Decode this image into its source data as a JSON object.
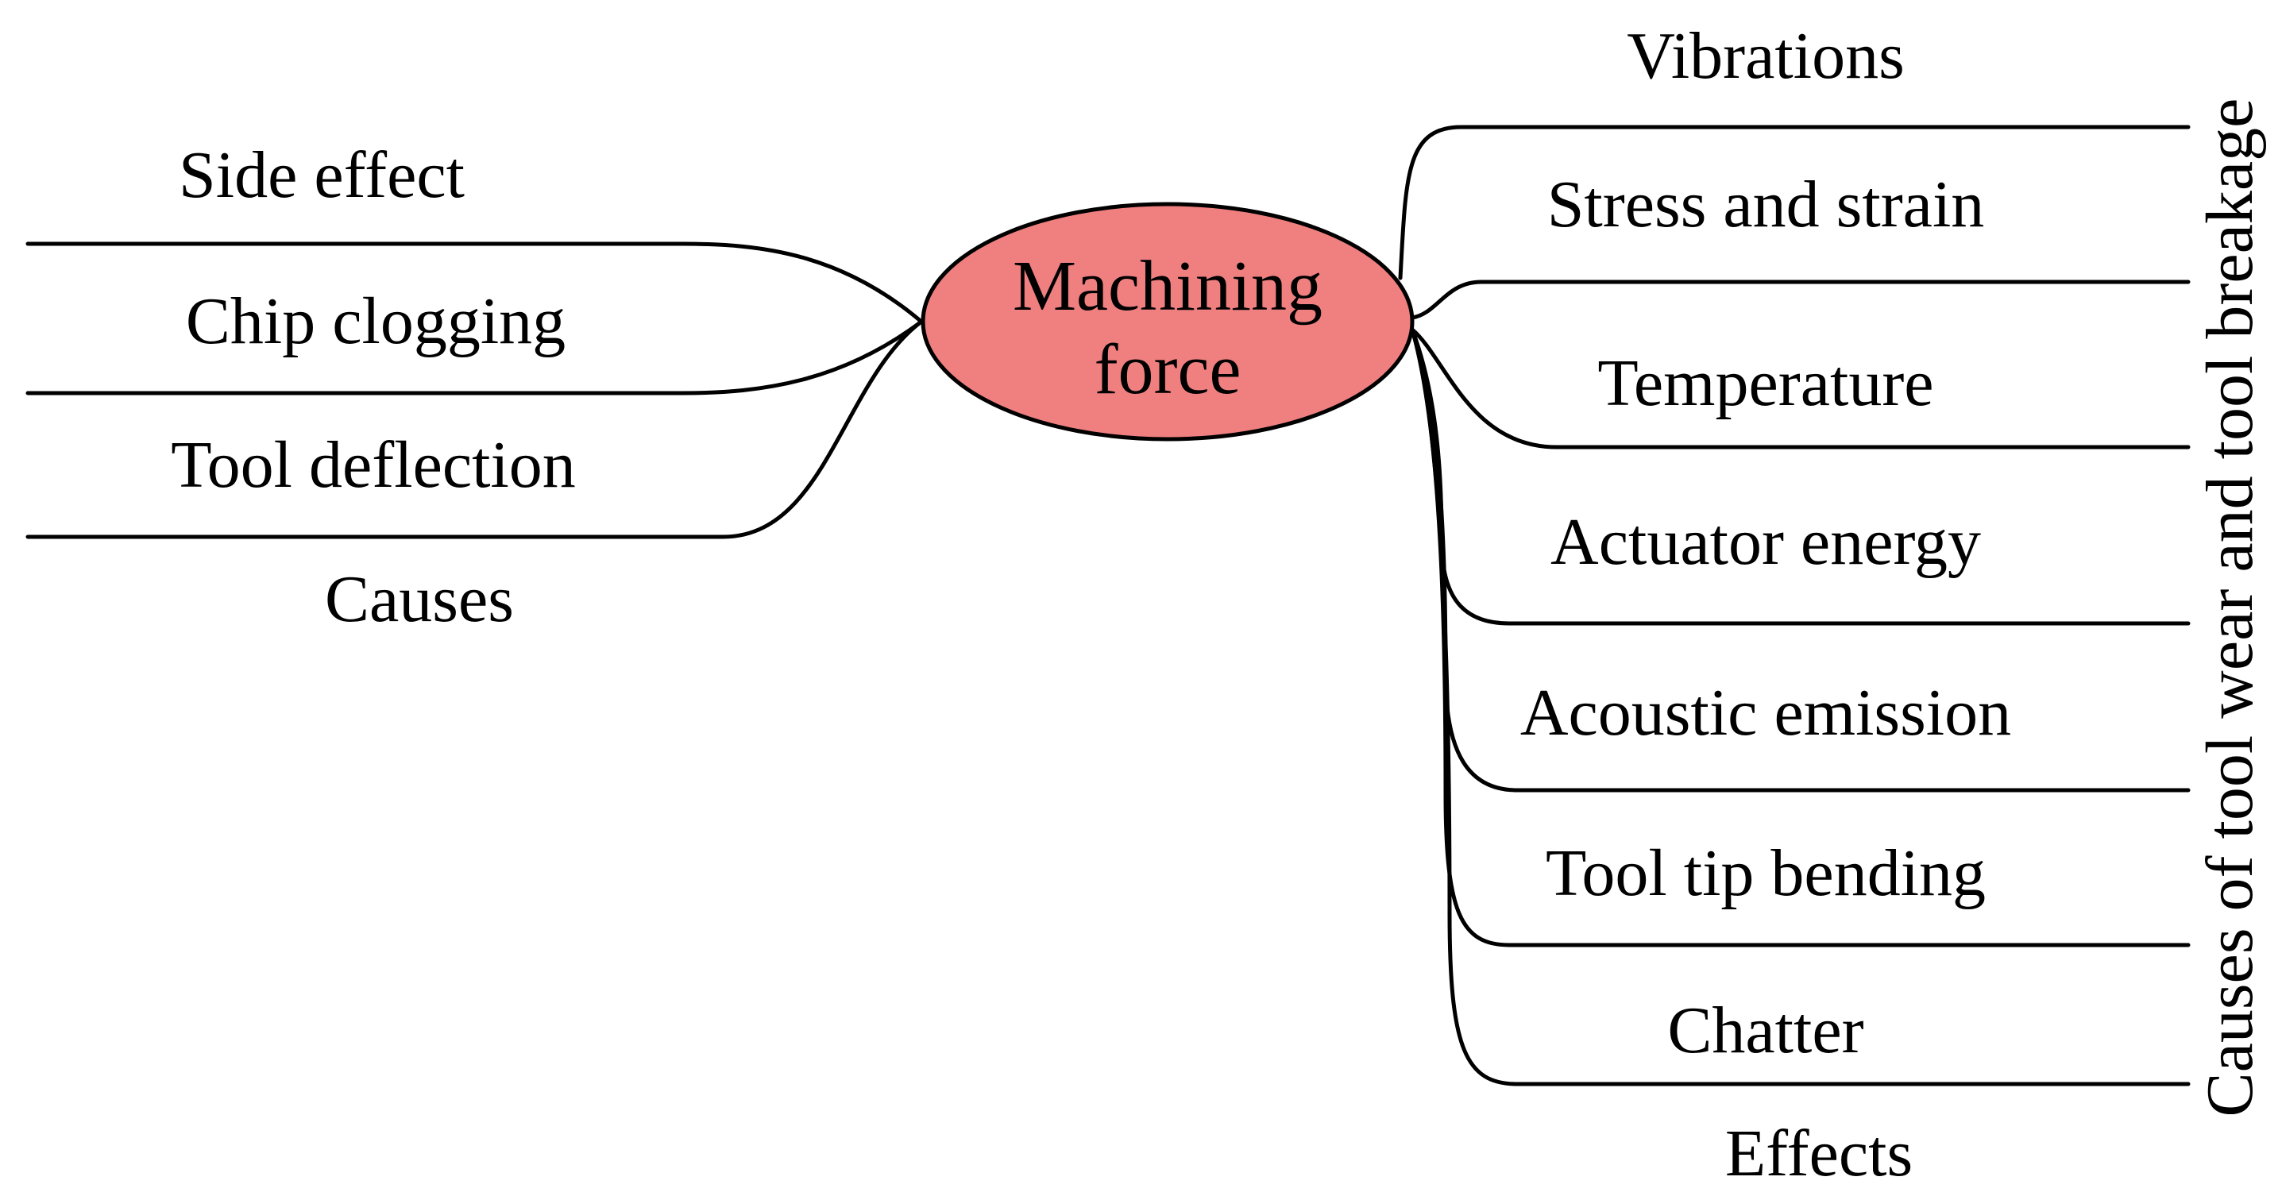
{
  "center": {
    "line1": "Machining",
    "line2": "force",
    "fill_color": "#F08080"
  },
  "left": {
    "items": [
      "Side effect",
      "Chip clogging",
      "Tool deflection"
    ],
    "caption": "Causes"
  },
  "right": {
    "items": [
      "Vibrations",
      "Stress and strain",
      "Temperature",
      "Actuator energy",
      "Acoustic emission",
      "Tool tip bending",
      "Chatter"
    ],
    "caption": "Effects"
  },
  "side_caption": "Causes of tool wear and tool breakage"
}
